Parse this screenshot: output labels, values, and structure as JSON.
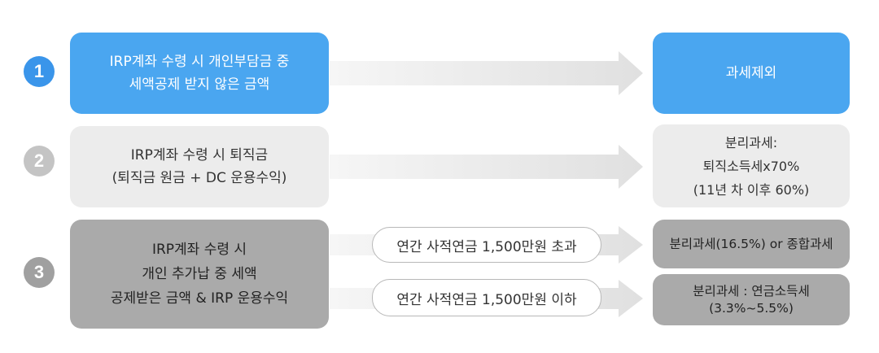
{
  "rows": [
    {
      "number": "1",
      "source": "IRP계좌 수령 시 개인부담금 중\n세액공제 받지 않은 금액",
      "result": "과세제외"
    },
    {
      "number": "2",
      "source": "IRP계좌 수령 시 퇴직금\n(퇴직금 원금 + DC 운용수익)",
      "result": "분리과세:\n퇴직소득세x70%\n(11년 차 이후 60%)"
    },
    {
      "number": "3",
      "source": "IRP계좌 수령 시\n개인 추가납 중 세액\n공제받은 금액 & IRP 운용수익",
      "conditions": [
        {
          "label": "연간 사적연금 1,500만원 초과",
          "result": "분리과세(16.5%) or 종합과세"
        },
        {
          "label": "연간 사적연금 1,500만원 이하",
          "result": "분리과세 : 연금소득세\n(3.3%~5.5%)"
        }
      ]
    }
  ],
  "colors": {
    "accent_blue": "#4aa6f0",
    "number_blue": "#3a95ea",
    "light_box": "#ececec",
    "dark_box": "#aaaaaa",
    "arrow": "#e4e4e4"
  }
}
